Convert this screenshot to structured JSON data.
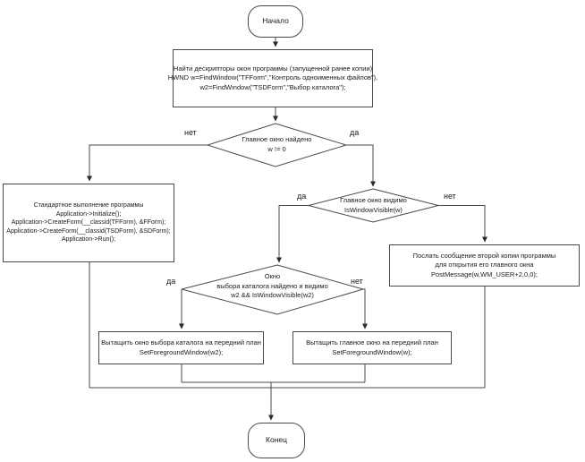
{
  "diagram_type": "flowchart",
  "language": "ru",
  "colors": {
    "background": "#ffffff",
    "stroke": "#4a4a4a",
    "text": "#1a1a1a"
  },
  "nodes": {
    "start": {
      "type": "terminator",
      "label": "Начало"
    },
    "find_windows": {
      "type": "process",
      "lines": [
        "Найти дескрипторы окон программы (запущенной ранее копии)",
        "HWND w=FindWindow(\"TFForm\",\"Контроль одноименных файлов\"),",
        "w2=FindWindow(\"TSDForm\",\"Выбор каталога\");"
      ]
    },
    "main_window_found": {
      "type": "decision",
      "lines": [
        "Главное окно найдено",
        "w != 0"
      ]
    },
    "standard_run": {
      "type": "process",
      "lines": [
        "Стандартное выполнение программы",
        "Application->Initialize();",
        "Application->CreateForm(__classid(TFForm), &FForm);",
        "Application->CreateForm(__classid(TSDForm), &SDForm);",
        "Application->Run();"
      ]
    },
    "main_window_visible": {
      "type": "decision",
      "lines": [
        "Главное окно видимо",
        "IsWindowVisible(w)"
      ]
    },
    "post_message": {
      "type": "process",
      "lines": [
        "Послать сообщение второй копии программы",
        "для открытия его главного окна",
        "PostMessage(w,WM_USER+2,0,0);"
      ]
    },
    "dir_window_found": {
      "type": "decision",
      "lines": [
        "Окно",
        "выбора каталога найдено и видимо",
        "w2 && IsWindowVisible(w2)"
      ]
    },
    "bring_dir_window": {
      "type": "process",
      "lines": [
        "Вытащить окно выбора каталога на передний план",
        "SetForegroundWindow(w2);"
      ]
    },
    "bring_main_window": {
      "type": "process",
      "lines": [
        "Вытащить главное окно на передний план",
        "SetForegroundWindow(w);"
      ]
    },
    "end": {
      "type": "terminator",
      "label": "Конец"
    }
  },
  "edges": {
    "d1_no": "нет",
    "d1_yes": "да",
    "d2_yes": "да",
    "d2_no": "нет",
    "d3_yes": "да",
    "d3_no": "нет"
  }
}
